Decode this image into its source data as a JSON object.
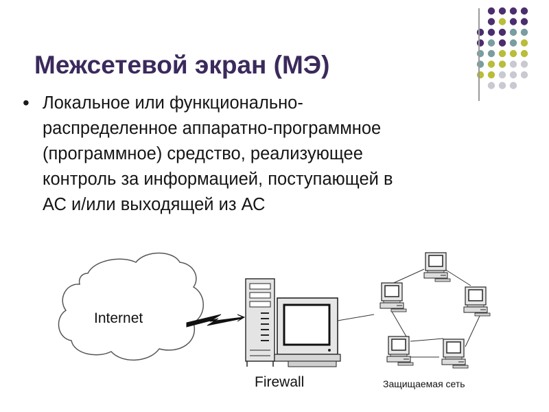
{
  "title": "Межсетевой экран (МЭ)",
  "bullet_lines": [
    "Локальное или функционально-",
    "распределенное аппаратно-программное",
    "(программное) средство, реализующее",
    "контроль за информацией, поступающей в",
    "АС и/или выходящей из АС"
  ],
  "diagram": {
    "internet_label": "Internet",
    "firewall_label": "Firewall",
    "protected_network_label": "Защищаемая сеть"
  },
  "colors": {
    "title": "#3b2a5c",
    "dot_purple": "#4b2e6e",
    "dot_teal": "#7a9e9f",
    "dot_olive": "#b9bd3a",
    "dot_gray": "#c9c9d2"
  },
  "icons": [
    "bullet-dot-icon",
    "cloud-icon",
    "lightning-link-icon",
    "server-tower-icon",
    "monitor-icon",
    "workstation-icon"
  ]
}
